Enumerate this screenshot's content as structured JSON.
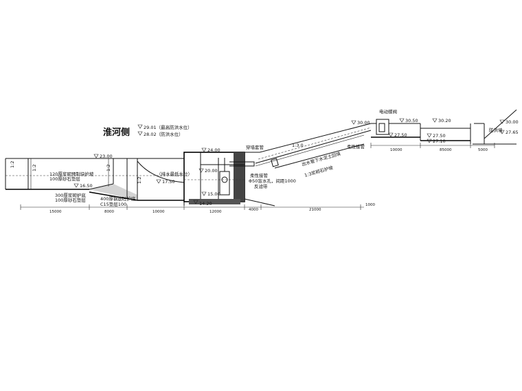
{
  "title": "淮河侧",
  "water_levels": {
    "flood_max": "29.01（最高防洪水位）",
    "flood_design": "28.02（防洪水位）",
    "low_drain": "（排水最低水位）"
  },
  "elevations": {
    "e2300": "23.00",
    "e2400": "24.00",
    "e2000": "20.00",
    "e1750": "17.50",
    "e1650": "16.50",
    "e1500": "15.00",
    "e1420": "14.20",
    "e3000": "30.00",
    "e2750a": "27.50",
    "e3050": "30.50",
    "e3020": "30.20",
    "e2750b": "27.50",
    "e2710": "27.10",
    "e3000b": "30.00",
    "e2765": "27.65"
  },
  "annotations": {
    "wall_pipe": "穿墙套管",
    "slope_ratio": "1:3.0",
    "outlet_pipe": "出水管下水泥土回填",
    "flex_pipe1": "柔性接管",
    "flex_pipe2": "柔性接管",
    "bearing_plate": "Φ50盲水孔，间距1000",
    "water_stop": "反滤带",
    "slope_protect": "1:3浆砌石护坡",
    "valve": "电动蝶阀",
    "flood_embankment": "防洪墙",
    "revet1_line1": "120厚浆砌预制块护坡",
    "revet1_line2": "100厚砂石垫层",
    "revet2_line1": "300厚浆砌护底",
    "revet2_line2": "100厚砂石垫层",
    "revet3_line1": "400厚钢筋砼护底",
    "revet3_line2": "C15垫层100",
    "slope_a": "1:2",
    "slope_b": "1:2",
    "slope_c": "1:2"
  },
  "dimensions": {
    "d1": "15000",
    "d2": "8000",
    "d3": "10000",
    "d4": "12000",
    "d5": "4000",
    "d6": "21000",
    "d7": "1000",
    "d8": "10000",
    "d9": "85000",
    "d10": "5000"
  }
}
